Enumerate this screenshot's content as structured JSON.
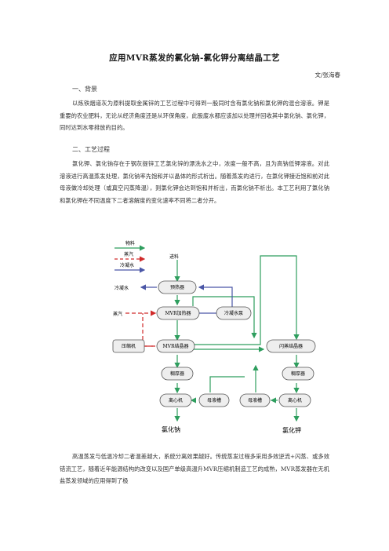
{
  "article": {
    "title": "应用MVR蒸发的氯化钠-氯化钾分离结晶工艺",
    "author": "文/张海春",
    "section1": {
      "heading": "一、背景",
      "text": "以炼铁烟道灰为原料提取金属锌的工艺过程中可得到一股同时含有氯化钠和氯化钾的混合溶液。钾是重要的农业肥料，无论从经济角度还是从环保角度，此股废水都应该加以处理并回收其中氯化钠、氯化钾，同时达到水零排放的目的。"
    },
    "section2": {
      "heading": "二、工艺过程",
      "text": "氯化钾、氯化钠存在于钢灰提锌工艺氯化锌的漂洗水之中，浓度一般不高，且为高钠低钾溶液。对此溶液进行高温蒸发处理，氯化钠率先饱和并以晶体的形式析出。随着蒸发的进行，在氯化钾接近饱和前对此母液做冷却处理（或真空闪蒸降温），则氯化钾会达到饱和并析出，而氯化钠不析出。本工艺利用了氯化钠和氯化钾在不同温度下二者溶解度的变化速率不同将二者分开。"
    },
    "section3": {
      "text": "高温蒸发与低温冷却二者温差越大，系统分离效果越好。传统蒸发过程多采用多效逆流+闪蒸、或多效错流工艺，随着近年能源结构的改变以及国产单级高温升MVR压缩机制造工艺的成熟，MVR蒸发器在无机盐蒸发领域的应用得到了极"
    }
  },
  "diagram": {
    "legend": {
      "material": "物料",
      "steam": "蒸汽",
      "condensate": "冷凝水"
    },
    "labels": {
      "feed": "进料",
      "condensate_out": "冷凝水",
      "steam_in": "蒸汽",
      "preheater": "预热器",
      "mvr_heater": "MVR加热器",
      "condensate_pump": "冷凝水泵",
      "compressor": "压缩机",
      "mvr_crystallizer": "MVR结晶器",
      "flash_crystallizer": "闪蒸结晶器",
      "thickener_left": "稠厚器",
      "thickener_right": "稠厚器",
      "centrifuge_left": "离心机",
      "centrifuge_right": "离心机",
      "mother_tank_left": "母液槽",
      "mother_tank_right": "母液槽",
      "product_nacl": "氯化钠",
      "product_kcl": "氯化钾"
    },
    "colors": {
      "material": "#2e9e5e",
      "steam": "#d02a2a",
      "condensate": "#4a56a6",
      "box_fill": "#eeeeee",
      "box_stroke": "#555555"
    }
  }
}
